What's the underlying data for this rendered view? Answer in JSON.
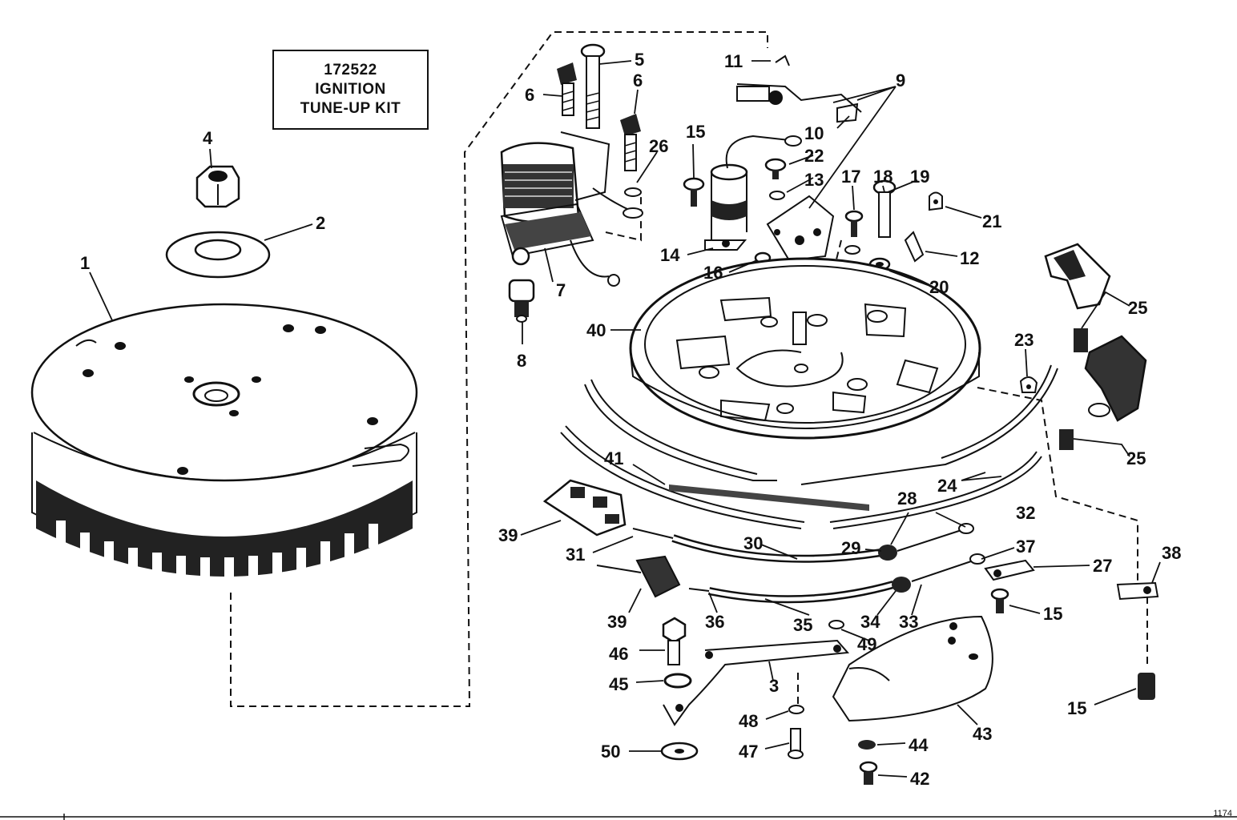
{
  "kit_box": {
    "line1": "172522",
    "line2": "IGNITION",
    "line3": "TUNE-UP KIT"
  },
  "callouts": {
    "c1": "1",
    "c2": "2",
    "c3": "3",
    "c4": "4",
    "c5": "5",
    "c6a": "6",
    "c6b": "6",
    "c7": "7",
    "c8": "8",
    "c9": "9",
    "c10": "10",
    "c11": "11",
    "c12": "12",
    "c13": "13",
    "c14": "14",
    "c15a": "15",
    "c15b": "15",
    "c15c": "15",
    "c16": "16",
    "c17": "17",
    "c18": "18",
    "c19": "19",
    "c20": "20",
    "c21": "21",
    "c22": "22",
    "c23": "23",
    "c24": "24",
    "c25a": "25",
    "c25b": "25",
    "c26": "26",
    "c27": "27",
    "c28": "28",
    "c29": "29",
    "c30": "30",
    "c31": "31",
    "c32": "32",
    "c33": "33",
    "c34": "34",
    "c35": "35",
    "c36": "36",
    "c37": "37",
    "c38": "38",
    "c39a": "39",
    "c39b": "39",
    "c40": "40",
    "c41": "41",
    "c42": "42",
    "c43": "43",
    "c44": "44",
    "c45": "45",
    "c46": "46",
    "c47": "47",
    "c48": "48",
    "c49": "49",
    "c50": "50"
  },
  "drawing_ref": "1174"
}
